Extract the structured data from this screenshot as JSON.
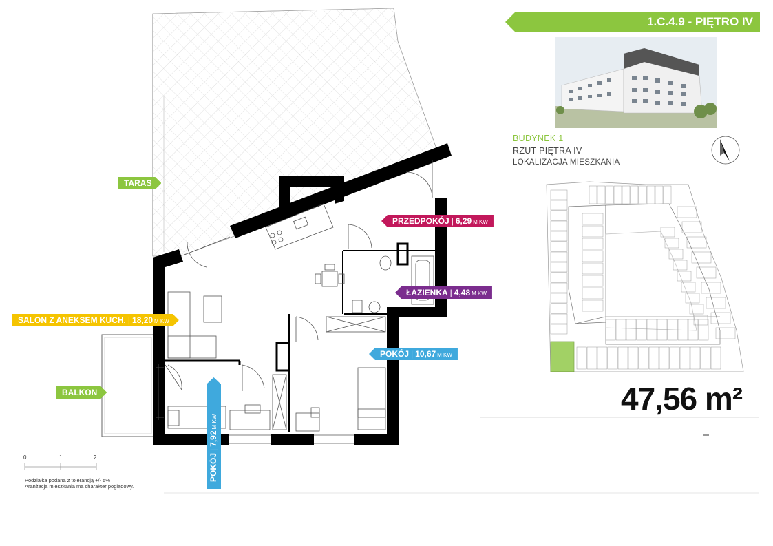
{
  "header": {
    "unit_code": "1.C.4.9 - PIĘTRO IV"
  },
  "info": {
    "building": "BUDYNEK 1",
    "floor_plan": "RZUT PIĘTRA IV",
    "location": "LOKALIZACJA MIESZKANIA"
  },
  "total_area": "47,56 m²",
  "rooms": {
    "taras": {
      "name": "TARAS"
    },
    "balkon": {
      "name": "BALKON"
    },
    "przedpokoj": {
      "name": "PRZEDPOKÓJ",
      "area": "6,29",
      "unit": "M KW"
    },
    "lazienka": {
      "name": "ŁAZIENKA",
      "area": "4,48",
      "unit": "M KW"
    },
    "salon": {
      "name": "SALON  Z ANEKSEM KUCH.",
      "area": "18,20",
      "unit": "M KW"
    },
    "pokoj1": {
      "name": "POKÓJ",
      "area": "10,67",
      "unit": "M KW"
    },
    "pokoj2": {
      "name": "POKÓJ",
      "area": "7,92",
      "unit": "M KW"
    }
  },
  "colors": {
    "green": "#8cc63f",
    "magenta": "#c2185b",
    "purple": "#7b2d8e",
    "yellow": "#f5c400",
    "blue": "#3fa9dd"
  },
  "scale": {
    "ticks": [
      "0",
      "1",
      "2"
    ],
    "note1": "Podziałka podana z tolerancją +/- 5%",
    "note2": "Aranżacja mieszkania ma charakter poglądowy."
  }
}
